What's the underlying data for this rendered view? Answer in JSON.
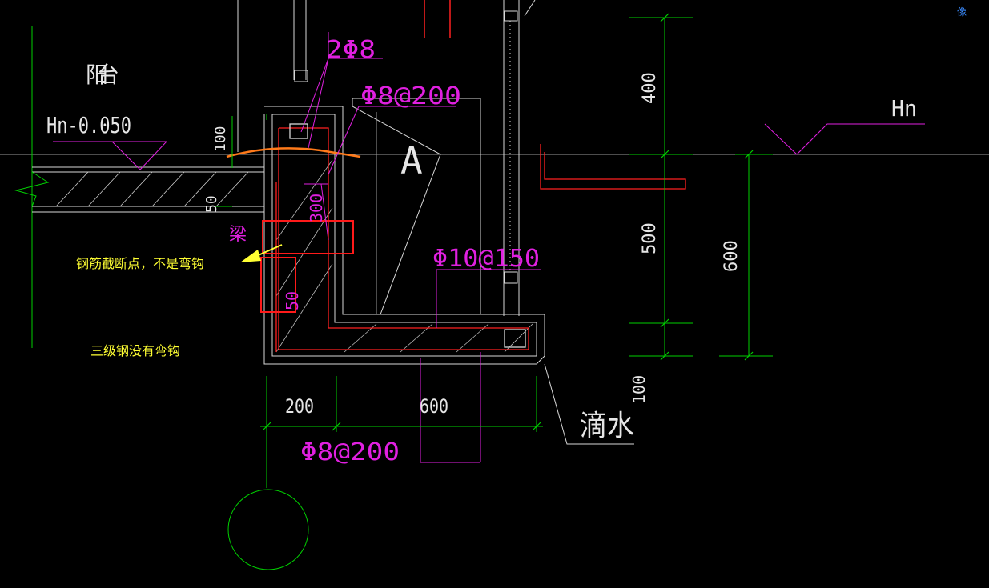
{
  "drawing": {
    "room_label": "阳台",
    "level_left": "Hn-0.050",
    "level_right": "Hn",
    "section_mark": "A",
    "beam_label": "梁",
    "beam_dim": "300",
    "beam_dim_small": "50",
    "rebar_top": "2Φ8",
    "rebar_stirrup": "Φ8@200",
    "rebar_slab": "Φ10@150",
    "rebar_bottom": "Φ8@200",
    "dim_100_left": "100",
    "dim_50": "50",
    "dim_200": "200",
    "dim_600_bottom": "600",
    "dim_100_right": "100",
    "dim_400": "400",
    "dim_500": "500",
    "dim_600_right": "600",
    "drip_label": "滴水",
    "label_bottom_beam": "50"
  },
  "annotations": {
    "note_cut_point": "钢筋截断点，不是弯钩",
    "note_grade": "三级钢没有弯钩"
  },
  "ui": {
    "corner_label": "像"
  },
  "colors": {
    "background": "#000000",
    "structure_line": "#e6e6e6",
    "dimension": "#00d000",
    "rebar_label": "#e020e0",
    "rebar_line": "#ff2020",
    "highlight_box": "#ff1a1a",
    "annotation_text": "#ffff33",
    "orange_mark": "#ff7a1a",
    "corner_label": "#3b8cff"
  }
}
